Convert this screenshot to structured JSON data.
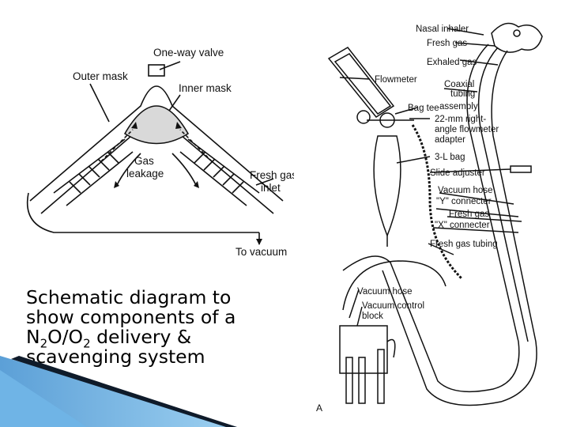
{
  "left_diagram": {
    "labels": {
      "one_way_valve": "One-way valve",
      "outer_mask": "Outer mask",
      "inner_mask": "Inner mask",
      "gas": "Gas",
      "leakage": "leakage",
      "fresh_gas": "Fresh gas",
      "inlet": "inlet",
      "to_vacuum": "To vacuum"
    }
  },
  "right_diagram": {
    "labels": {
      "nasal_inhaler": "Nasal inhaler",
      "fresh_gas_top": "Fresh gas",
      "exhaled_gas": "Exhaled gas",
      "flowmeter": "Flowmeter",
      "coaxial": "Coaxial",
      "tubing": "tubing",
      "bag_tee": "Bag tee",
      "assembly": "assembly",
      "adapter_1": "22-mm right-",
      "adapter_2": "angle flowmeter",
      "adapter_3": "adapter",
      "bag": "3-L bag",
      "slide_adjuster": "Slide adjuster",
      "vacuum_hose_top": "Vacuum hose",
      "y_connecter": "\"Y\" connecter",
      "fresh_gas_mid": "Fresh gas",
      "x_connecter": "\"X\" connecter",
      "fresh_gas_tubing": "Fresh gas tubing",
      "vacuum_hose_bottom": "Vacuum hose",
      "vacuum_control_1": "Vacuum control",
      "vacuum_control_2": "block",
      "figure_letter": "A"
    }
  },
  "caption": {
    "line1": "Schematic diagram to",
    "line2": "show components of a",
    "n": "N",
    "sub1": "2",
    "o_slash_o": "O/O",
    "sub2": "2",
    "line3_rest": " delivery &",
    "line4": "scavenging system"
  },
  "colors": {
    "ink": "#111111",
    "corner_dark": "#0f1b2a",
    "corner_blue": "#3f8fd0",
    "corner_light": "#8cc8ee"
  }
}
